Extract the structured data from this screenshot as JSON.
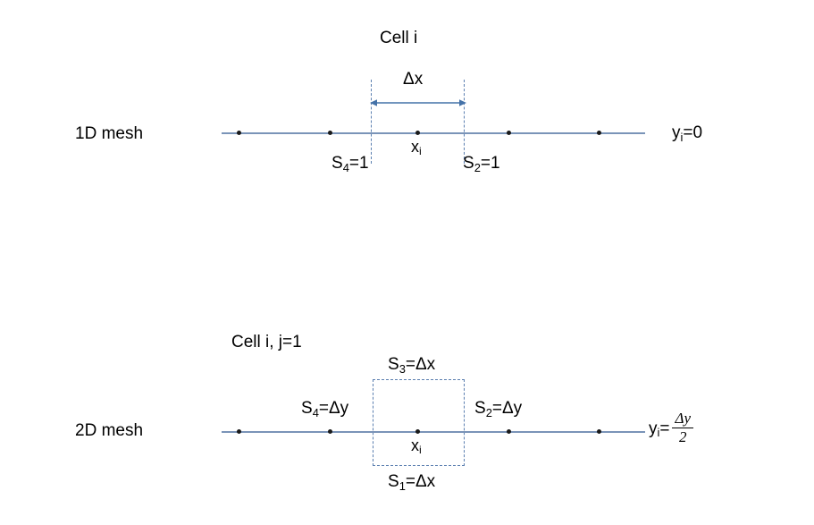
{
  "diagram": {
    "title_1d": "Cell i",
    "title_2d": "Cell i, j=1",
    "row_label_1d": "1D mesh",
    "row_label_2d": "2D mesh",
    "colors": {
      "mesh_line": "#7a94b8",
      "dashed_guide": "#5b7fb0",
      "arrow": "#4472a8",
      "node_dot": "#1a1a1a",
      "text": "#000000",
      "background": "#ffffff"
    }
  },
  "mesh_1d": {
    "delta_x_label_prefix": "Δ",
    "delta_x_label_var": "x",
    "center_label": "x",
    "center_label_sub": "i",
    "face_left": {
      "symbol": "S",
      "sub": "4",
      "eq": "=1"
    },
    "face_right": {
      "symbol": "S",
      "sub": "2",
      "eq": "=1"
    },
    "y_label": {
      "symbol": "y",
      "sub": "i",
      "eq": "=0"
    },
    "node_count": 5
  },
  "mesh_2d": {
    "center_label": "x",
    "center_label_sub": "i",
    "face_top": {
      "symbol": "S",
      "sub": "3",
      "eq": "=Δx"
    },
    "face_bottom": {
      "symbol": "S",
      "sub": "1",
      "eq": "=Δx"
    },
    "face_left": {
      "symbol": "S",
      "sub": "4",
      "eq": "=Δy"
    },
    "face_right": {
      "symbol": "S",
      "sub": "2",
      "eq": "=Δy"
    },
    "y_label": {
      "symbol": "y",
      "sub": "i",
      "eq": "=",
      "fraction_numerator": "Δy",
      "fraction_denominator": "2"
    },
    "node_count": 5
  }
}
